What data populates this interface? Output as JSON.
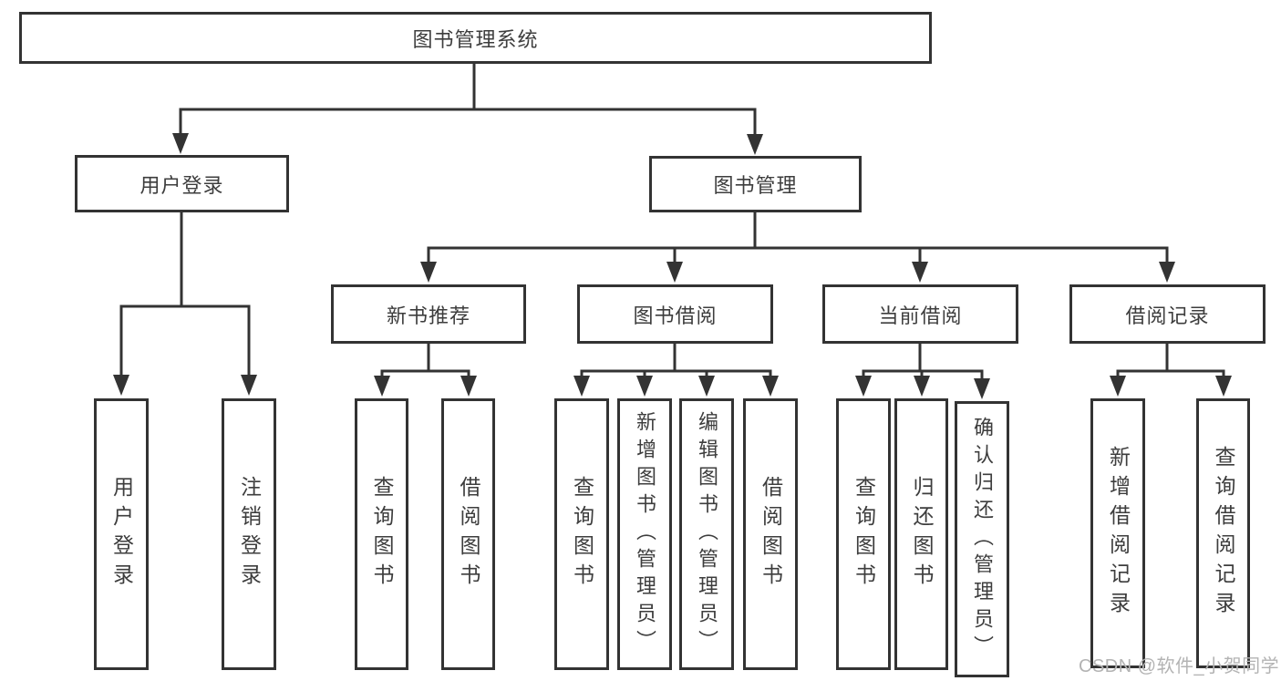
{
  "diagram": {
    "title": "图书管理系统",
    "root": {
      "label": "图书管理系统"
    },
    "level2": [
      {
        "label": "用户登录"
      },
      {
        "label": "图书管理"
      }
    ],
    "level3": [
      {
        "label": "新书推荐"
      },
      {
        "label": "图书借阅"
      },
      {
        "label": "当前借阅"
      },
      {
        "label": "借阅记录"
      }
    ],
    "leaves": {
      "user_login": [
        {
          "label": "用户登录"
        },
        {
          "label": "注销登录"
        }
      ],
      "new_books": [
        {
          "label": "查询图书"
        },
        {
          "label": "借阅图书"
        }
      ],
      "book_borrow": [
        {
          "label": "查询图书"
        },
        {
          "label": "新增图书（管理员）"
        },
        {
          "label": "编辑图书（管理员）"
        },
        {
          "label": "借阅图书"
        }
      ],
      "current_borrow": [
        {
          "label": "查询图书"
        },
        {
          "label": "归还图书"
        },
        {
          "label": "确认归还（管理员）"
        }
      ],
      "borrow_records": [
        {
          "label": "新增借阅记录"
        },
        {
          "label": "查询借阅记录"
        }
      ]
    },
    "watermark": "CSDN @软件_小贺同学",
    "colors": {
      "line": "#333333",
      "text": "#3d3d3d",
      "watermark": "#b3b3b3",
      "background": "#ffffff"
    }
  }
}
